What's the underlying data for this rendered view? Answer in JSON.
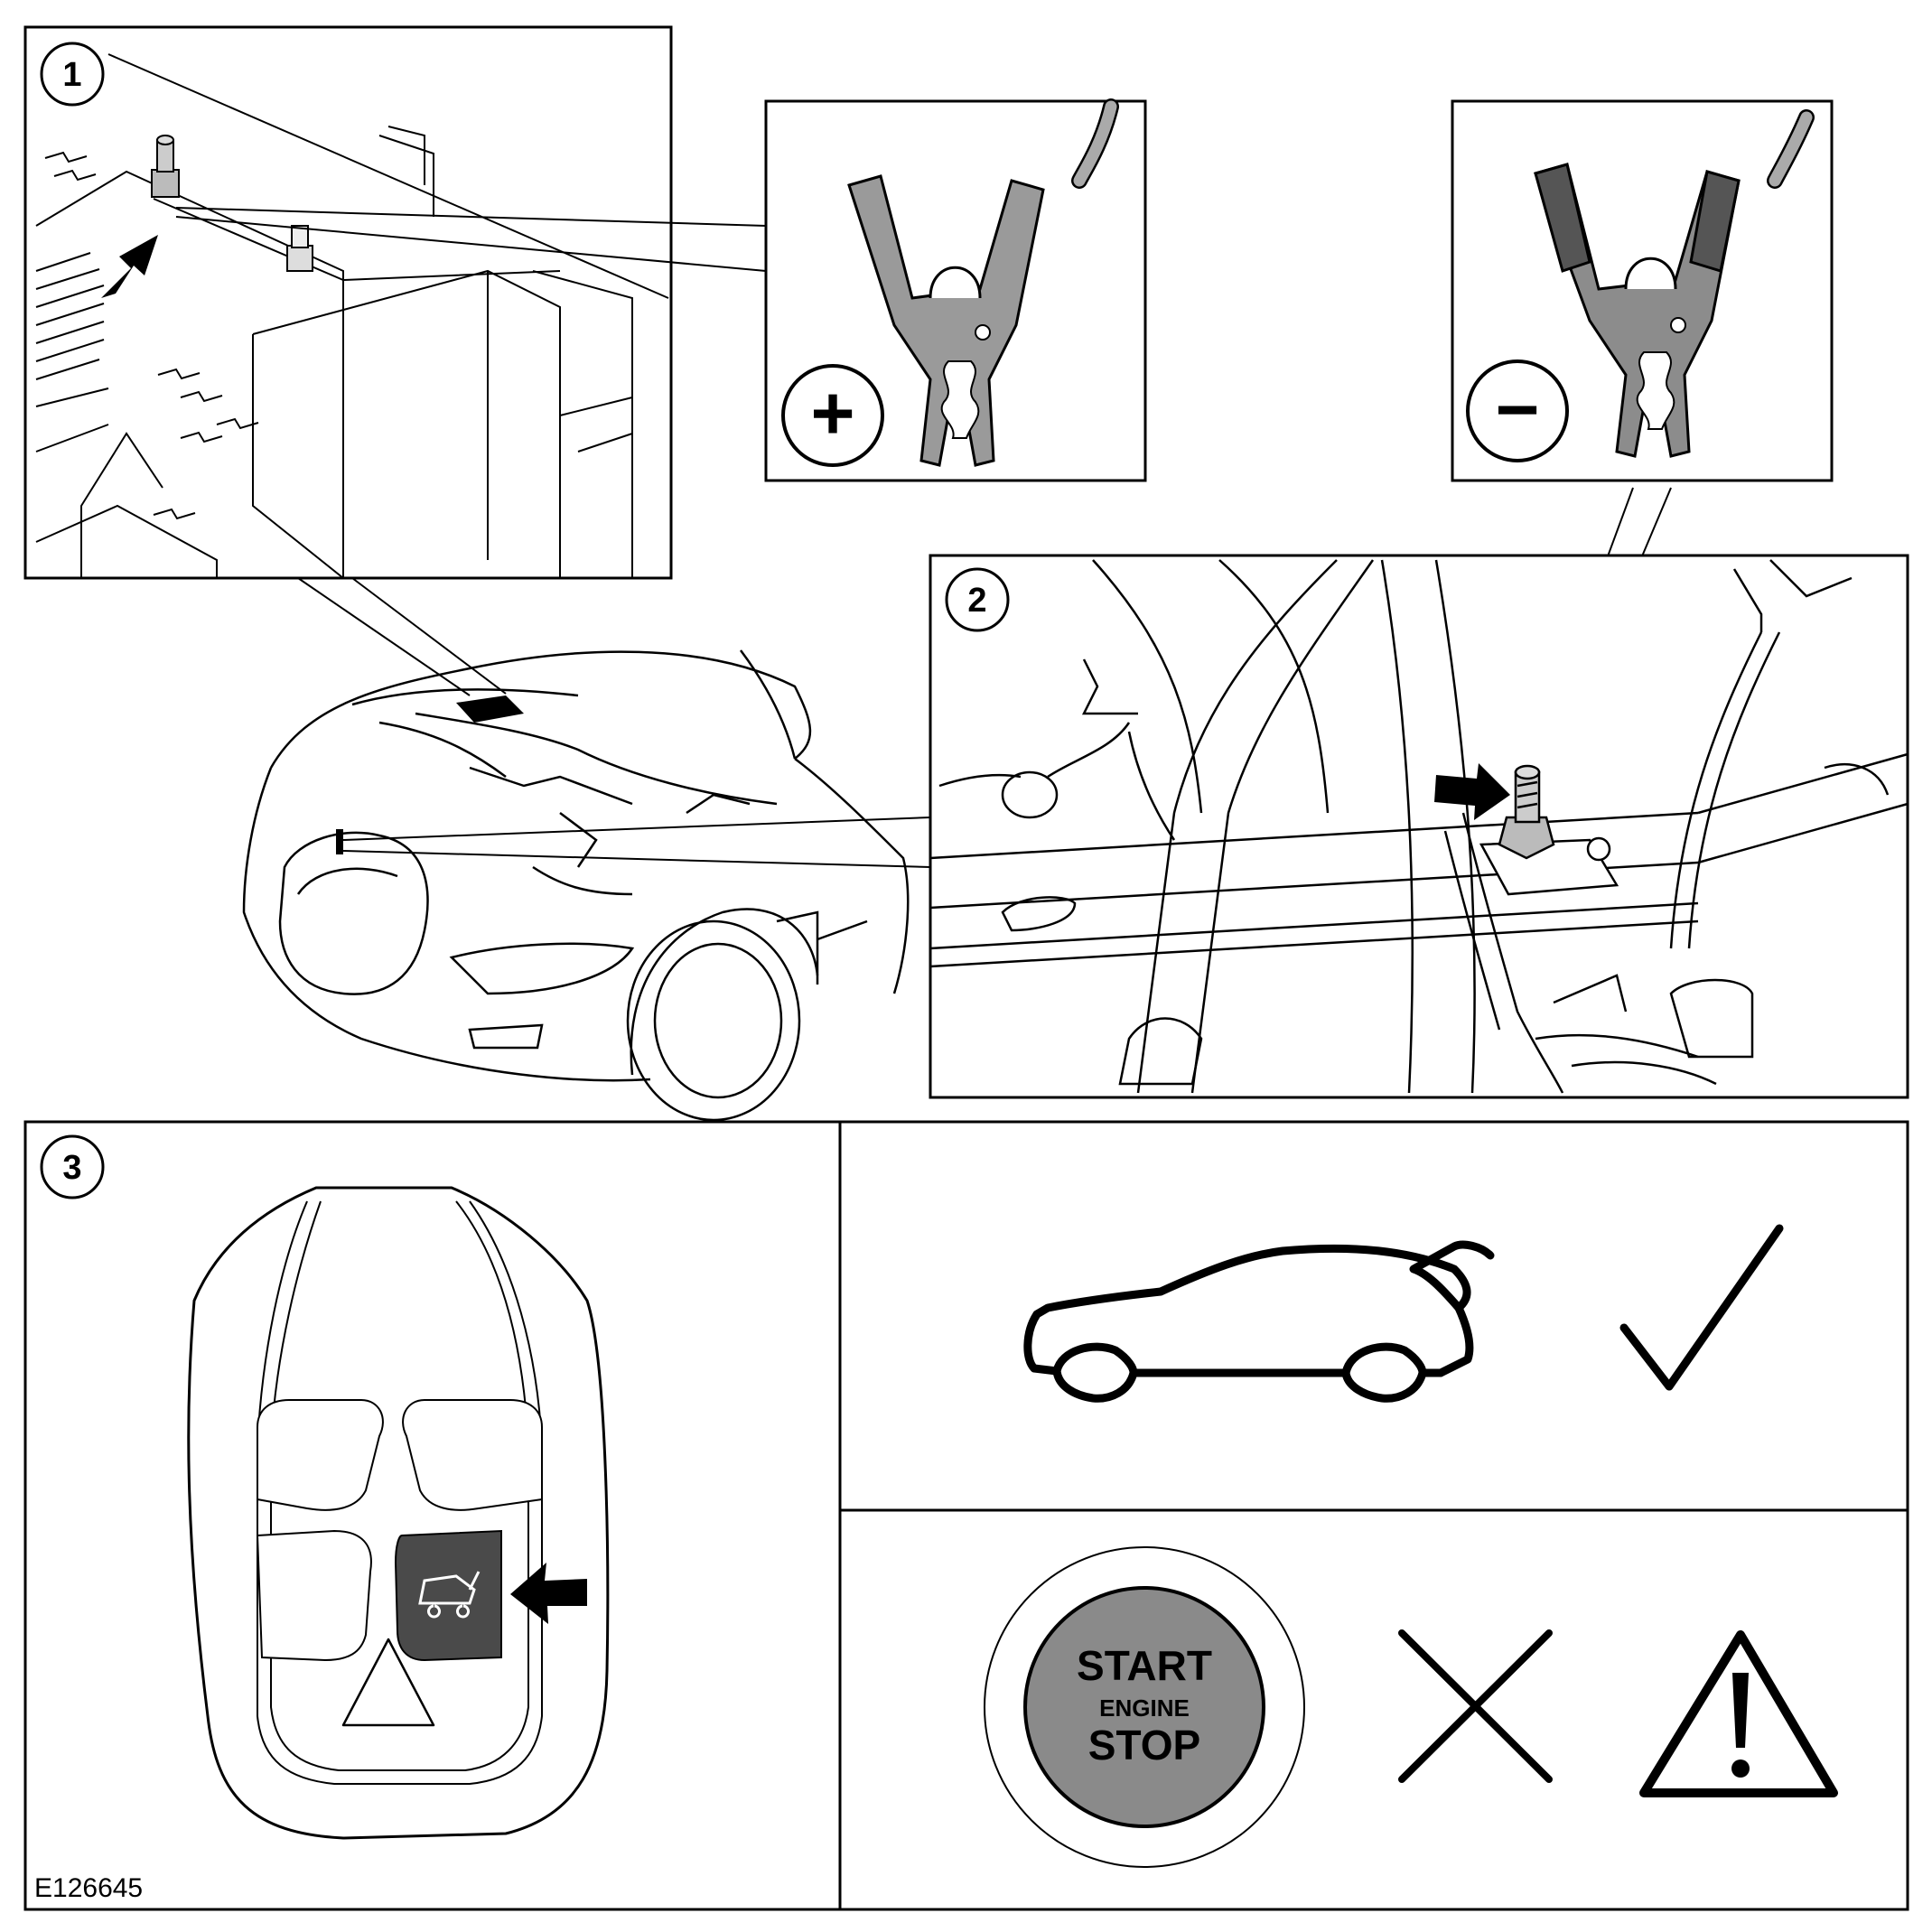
{
  "figure": {
    "reference_code": "E126645"
  },
  "callouts": {
    "step1": "1",
    "step2": "2",
    "step3": "3"
  },
  "clamps": {
    "positive_symbol": "+",
    "negative_symbol": "−"
  },
  "start_button": {
    "line1": "START",
    "line2": "ENGINE",
    "line3": "STOP"
  },
  "colors": {
    "line": "#000000",
    "clamp_positive": "#9a9a9a",
    "clamp_negative_jaw": "#555555",
    "clamp_body": "#8c8c8c",
    "button_fill": "#8a8a8a",
    "key_button_active": "#4a4a4a"
  },
  "icons": [
    "positive-clamp-icon",
    "negative-clamp-icon",
    "car-boot-open-icon",
    "checkmark-icon",
    "cross-icon",
    "warning-triangle-icon",
    "arrow-icon"
  ]
}
